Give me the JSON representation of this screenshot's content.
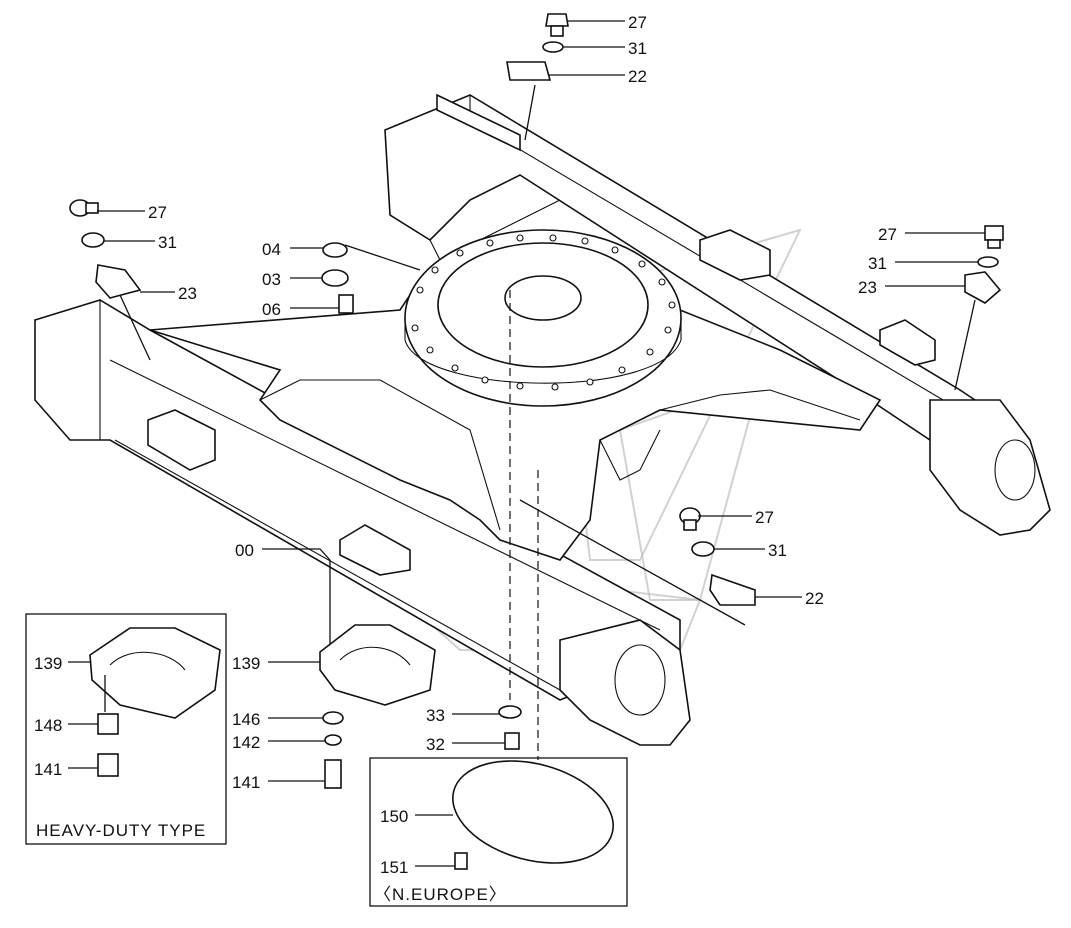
{
  "callouts": [
    {
      "id": "c27a",
      "text": "27"
    },
    {
      "id": "c31a",
      "text": "31"
    },
    {
      "id": "c22a",
      "text": "22"
    },
    {
      "id": "c27b",
      "text": "27"
    },
    {
      "id": "c31b",
      "text": "31"
    },
    {
      "id": "c23b",
      "text": "23"
    },
    {
      "id": "c04",
      "text": "04"
    },
    {
      "id": "c03",
      "text": "03"
    },
    {
      "id": "c06",
      "text": "06"
    },
    {
      "id": "c27c",
      "text": "27"
    },
    {
      "id": "c31c",
      "text": "31"
    },
    {
      "id": "c23c",
      "text": "23"
    },
    {
      "id": "c27d",
      "text": "27"
    },
    {
      "id": "c31d",
      "text": "31"
    },
    {
      "id": "c22d",
      "text": "22"
    },
    {
      "id": "c00",
      "text": "00"
    },
    {
      "id": "c139a",
      "text": "139"
    },
    {
      "id": "c148",
      "text": "148"
    },
    {
      "id": "c141a",
      "text": "141"
    },
    {
      "id": "c139b",
      "text": "139"
    },
    {
      "id": "c146",
      "text": "146"
    },
    {
      "id": "c142",
      "text": "142"
    },
    {
      "id": "c141b",
      "text": "141"
    },
    {
      "id": "c33",
      "text": "33"
    },
    {
      "id": "c32",
      "text": "32"
    },
    {
      "id": "c150",
      "text": "150"
    },
    {
      "id": "c151",
      "text": "151"
    }
  ],
  "insets": {
    "heavy_duty": "HEAVY-DUTY TYPE",
    "n_europe": "〈N.EUROPE〉"
  }
}
